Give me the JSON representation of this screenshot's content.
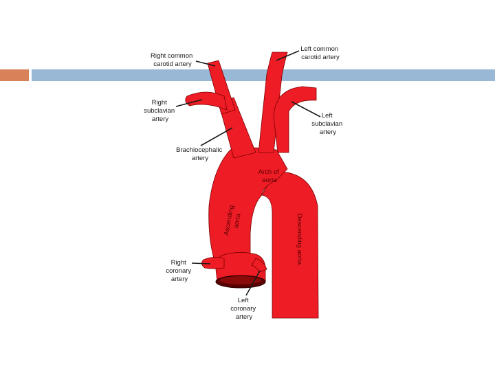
{
  "colors": {
    "accent_orange": "#d9825a",
    "accent_blue": "#98b8d6",
    "artery_red": "#ee1c25",
    "artery_outline": "#7a0000",
    "leader_line": "#1a1a1a"
  },
  "labels": {
    "right_common_carotid": [
      "Right common",
      "carotid artery"
    ],
    "left_common_carotid": [
      "Left common",
      "carotid artery"
    ],
    "right_subclavian": [
      "Right",
      "subclavian",
      "artery"
    ],
    "left_subclavian": [
      "Left",
      "subclavian",
      "artery"
    ],
    "brachiocephalic": [
      "Brachiocephalic",
      "artery"
    ],
    "arch_of_aorta": [
      "Arch of",
      "aorta"
    ],
    "ascending_aorta": [
      "Ascending",
      "aorta"
    ],
    "descending_aorta": "Descending aorta",
    "right_coronary": [
      "Right",
      "coronary",
      "artery"
    ],
    "left_coronary": [
      "Left",
      "coronary",
      "artery"
    ]
  }
}
